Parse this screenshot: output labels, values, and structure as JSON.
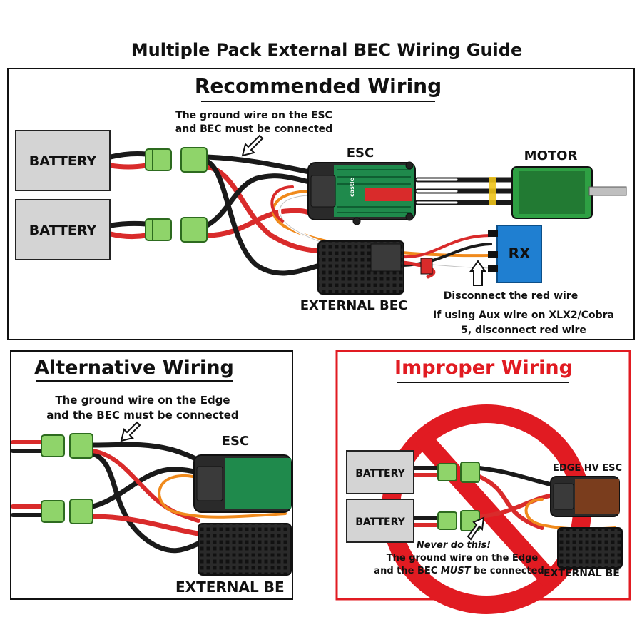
{
  "title": "Multiple Pack External BEC Wiring Guide",
  "recommended": {
    "heading": "Recommended Wiring",
    "ground_note_line1": "The ground wire on the ESC",
    "ground_note_line2": "and BEC must be connected",
    "battery_label": "BATTERY",
    "esc_label": "ESC",
    "esc_brand": "castle",
    "motor_label": "MOTOR",
    "rx_label": "RX",
    "bec_label": "EXTERNAL BEC",
    "disconnect_note": "Disconnect the red wire",
    "aux_note_line1": "If using Aux wire on XLX2/Cobra",
    "aux_note_line2": "5, disconnect red wire"
  },
  "alternative": {
    "heading": "Alternative Wiring",
    "ground_note_line1": "The ground wire on the Edge",
    "ground_note_line2": "and the BEC must be connected",
    "esc_label": "ESC",
    "bec_label": "EXTERNAL BE"
  },
  "improper": {
    "heading": "Improper Wiring",
    "battery_label": "BATTERY",
    "esc_label": "EDGE HV ESC",
    "bec_label": "EXTERNAL BE",
    "warning_line1": "Never do this!",
    "warning_line2": "The ground wire on the Edge",
    "warning_line3_pre": "and the BEC ",
    "warning_line3_emph": "MUST",
    "warning_line3_post": " be connected."
  },
  "colors": {
    "battery_fill": "#d4d4d4",
    "connector_green": "#8fd46a",
    "esc_green": "#1f8a4c",
    "motor_green": "#2ea043",
    "rx_blue": "#1f7fd1",
    "wire_red": "#d92b2b",
    "wire_black": "#1a1a1a",
    "wire_orange": "#f08a1c",
    "prohibit_red": "#e11b22"
  }
}
